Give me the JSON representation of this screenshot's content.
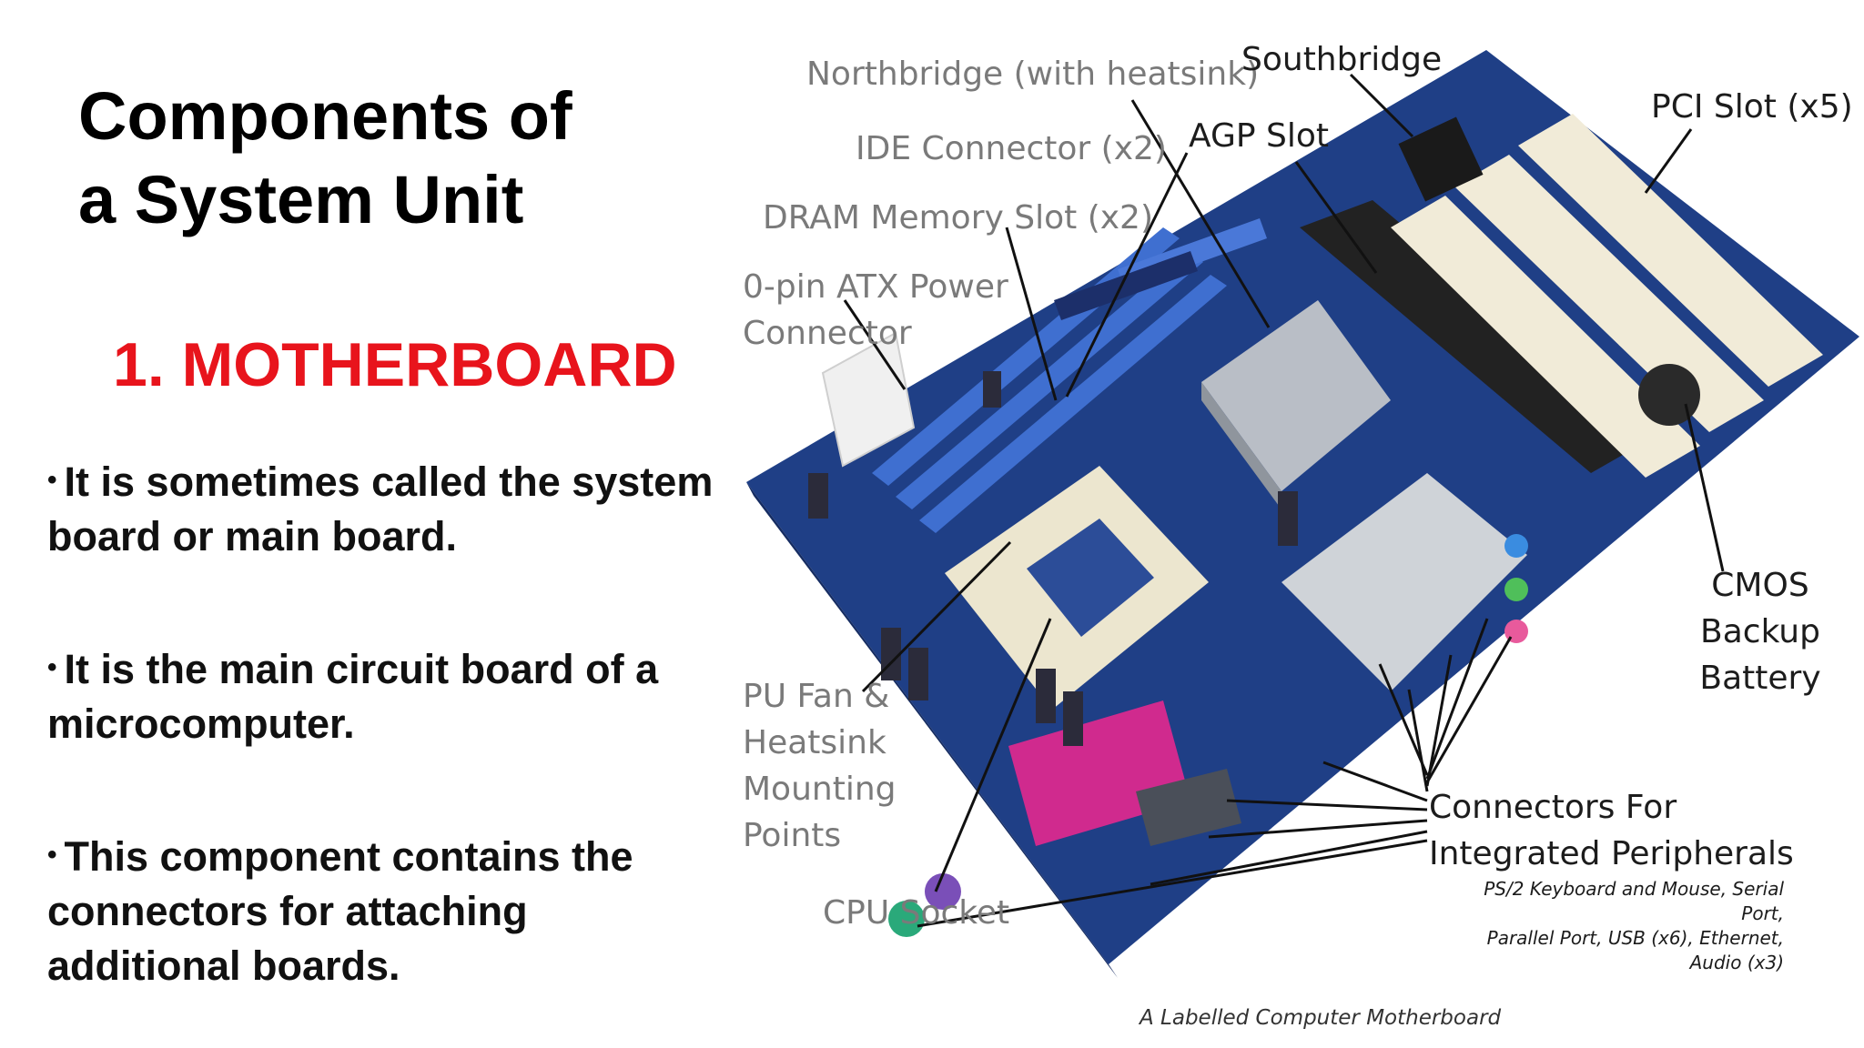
{
  "slide": {
    "title": "Components of\na System Unit",
    "subtitle": "1. MOTHERBOARD",
    "bullets": [
      "It is sometimes called the system board or main board.",
      "It is the main circuit board of a microcomputer.",
      "This component contains the connectors for attaching additional boards."
    ],
    "bullet_symbol": "•"
  },
  "figure": {
    "caption": "A Labelled Computer Motherboard",
    "labels": {
      "northbridge": "Northbridge (with heatsink)",
      "southbridge": "Southbridge",
      "pci": "PCI Slot (x5)",
      "ide": "IDE Connector (x2)",
      "agp": "AGP Slot",
      "dram": "DRAM Memory Slot (x2)",
      "atx": "0-pin ATX Power\nConnector",
      "cpu_fan": "PU Fan &\nHeatsink\nMounting\nPoints",
      "cpu_socket": "CPU Socket",
      "cmos": "CMOS Backup\nBattery",
      "connectors": "Connectors For\nIntegrated Peripherals",
      "connectors_detail": "PS/2 Keyboard and Mouse, Serial Port,\nParallel Port, USB (x6), Ethernet, Audio (x3)"
    },
    "colors": {
      "board": "#1f3f86",
      "title_accent": "#e8141c",
      "pci_slot": "#f1ebd8",
      "agp_slot": "#222222",
      "dram_slot": "#3f6fd0",
      "heatsink": "#b9bec6",
      "parallel_port": "#d02a8e"
    }
  }
}
